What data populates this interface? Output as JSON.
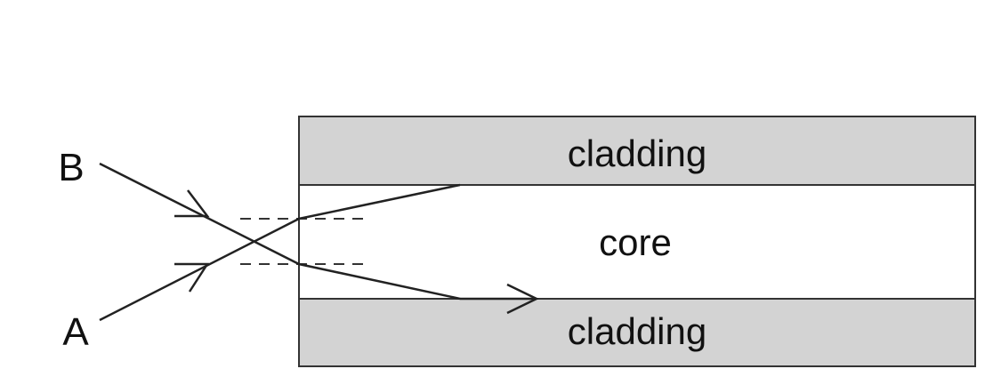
{
  "labels": {
    "top_cladding": "cladding",
    "core": "core",
    "bottom_cladding": "cladding",
    "ray_a": "A",
    "ray_b": "B"
  },
  "colors": {
    "cladding_fill": "#d3d3d3",
    "core_fill": "#ffffff",
    "line": "#222222",
    "text": "#111111"
  }
}
